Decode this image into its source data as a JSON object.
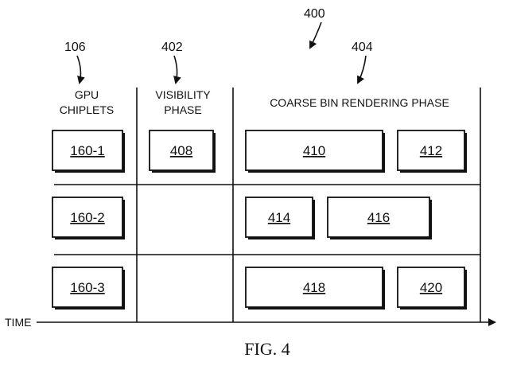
{
  "figure": {
    "caption": "FIG. 4",
    "refs": {
      "overall": "400",
      "chiplets": "106",
      "visibility": "402",
      "coarse": "404"
    },
    "headers": {
      "chiplets": [
        "GPU",
        "CHIPLETS"
      ],
      "visibility": [
        "VISIBILITY",
        "PHASE"
      ],
      "coarse": "COARSE BIN RENDERING PHASE"
    },
    "time_label": "TIME",
    "rows": [
      {
        "chiplet": "160-1",
        "visibility": "408",
        "coarse": [
          "410",
          "412"
        ]
      },
      {
        "chiplet": "160-2",
        "visibility": "",
        "coarse": [
          "414",
          "416"
        ]
      },
      {
        "chiplet": "160-3",
        "visibility": "",
        "coarse": [
          "418",
          "420"
        ]
      }
    ]
  }
}
